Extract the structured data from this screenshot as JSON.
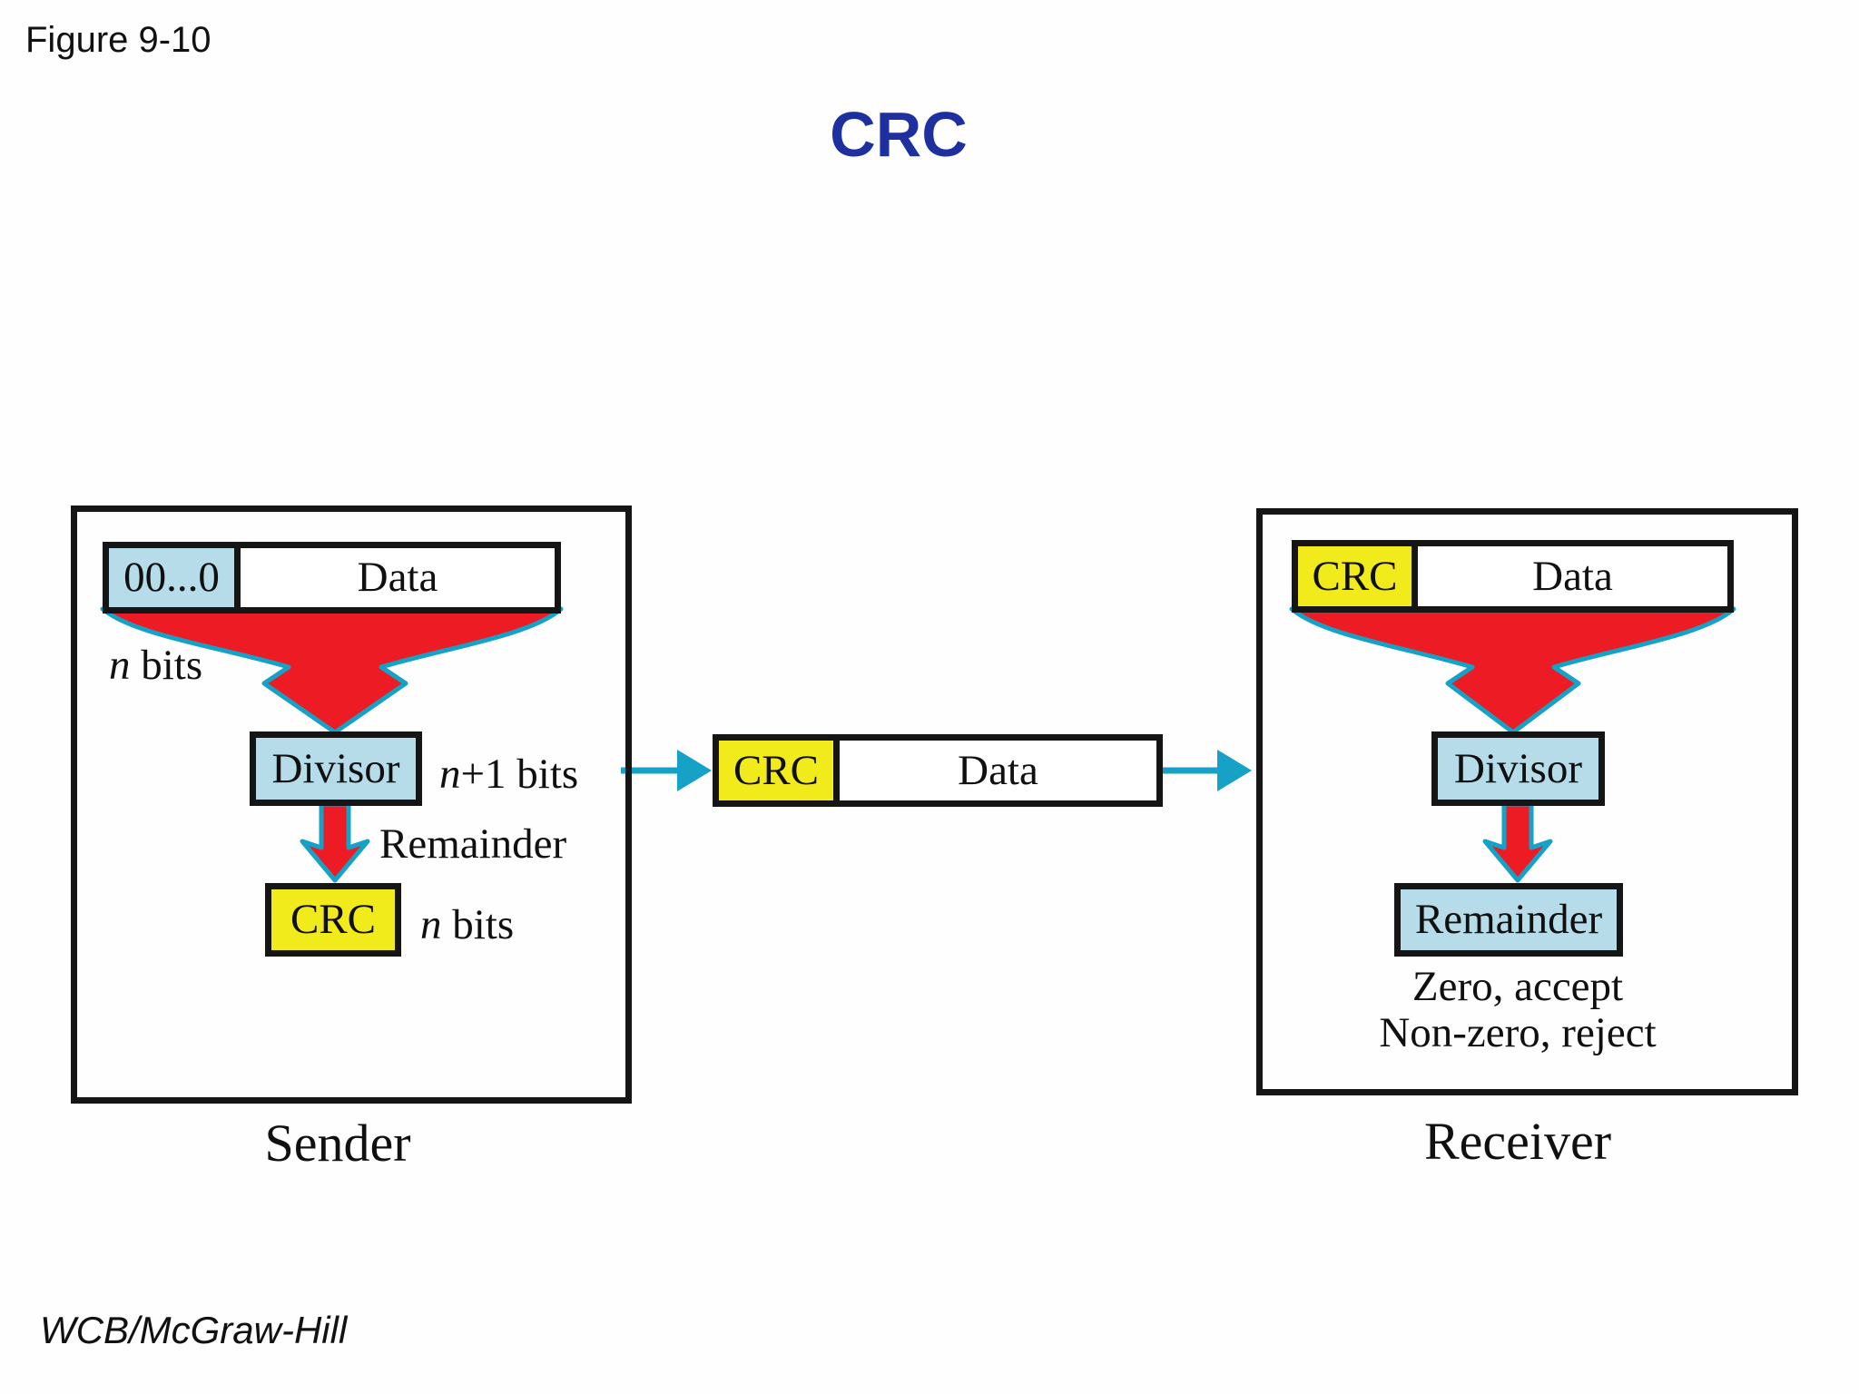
{
  "figure_label": "Figure 9-10",
  "title": "CRC",
  "credit": "WCB/McGraw-Hill",
  "colors": {
    "title_blue": "#1e2fa0",
    "light_blue": "#b5dce8",
    "yellow": "#f2eb1c",
    "red": "#ec1b24",
    "teal": "#16a2c6",
    "border_black": "#151515"
  },
  "sender": {
    "label": "Sender",
    "zeros_box": "00...0",
    "data_box": "Data",
    "n_bits": {
      "var": "n",
      "rest": " bits"
    },
    "divisor_box": "Divisor",
    "n_plus_1_bits": {
      "var": "n",
      "rest": "+1 bits"
    },
    "remainder_label": "Remainder",
    "crc_box": "CRC",
    "crc_n_bits": {
      "var": "n",
      "rest": " bits"
    }
  },
  "channel": {
    "crc_box": "CRC",
    "data_box": "Data"
  },
  "receiver": {
    "label": "Receiver",
    "crc_box": "CRC",
    "data_box": "Data",
    "divisor_box": "Divisor",
    "remainder_box": "Remainder",
    "zero_accept": "Zero, accept",
    "non_zero_reject": "Non-zero, reject"
  }
}
